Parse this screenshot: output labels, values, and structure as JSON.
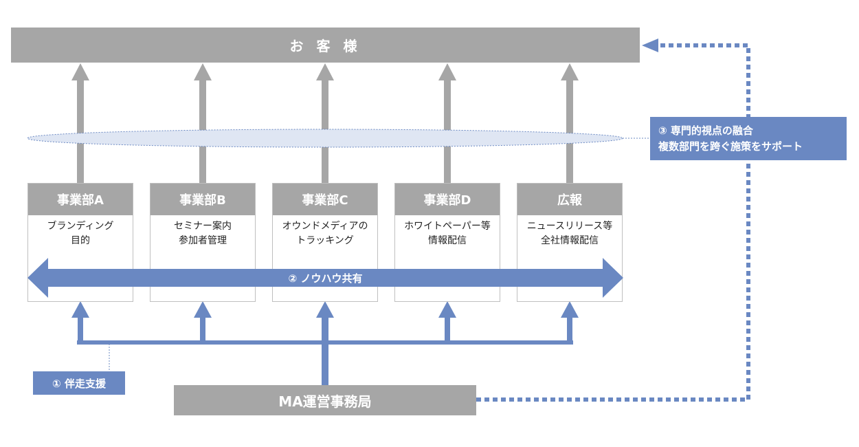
{
  "customer": {
    "label": "お 客 様"
  },
  "departments": [
    {
      "name": "事業部A",
      "desc": "ブランディング\n目的"
    },
    {
      "name": "事業部B",
      "desc": "セミナー案内\n参加者管理"
    },
    {
      "name": "事業部C",
      "desc": "オウンドメディアの\nトラッキング"
    },
    {
      "name": "事業部D",
      "desc": "ホワイトペーパー等\n情報配信"
    },
    {
      "name": "広報",
      "desc": "ニュースリリース等\n全社情報配信"
    }
  ],
  "knowhow": {
    "label": "② ノウハウ共有"
  },
  "support": {
    "label": "① 伴走支援"
  },
  "fusion": {
    "line1": "③ 専門的視点の融合",
    "line2": "複数部門を跨ぐ施策をサポート"
  },
  "office": {
    "label": "MA運営事務局"
  },
  "colors": {
    "gray": "#a6a6a6",
    "blue": "#6a88c2",
    "ellipse": "#dfe6f3"
  }
}
